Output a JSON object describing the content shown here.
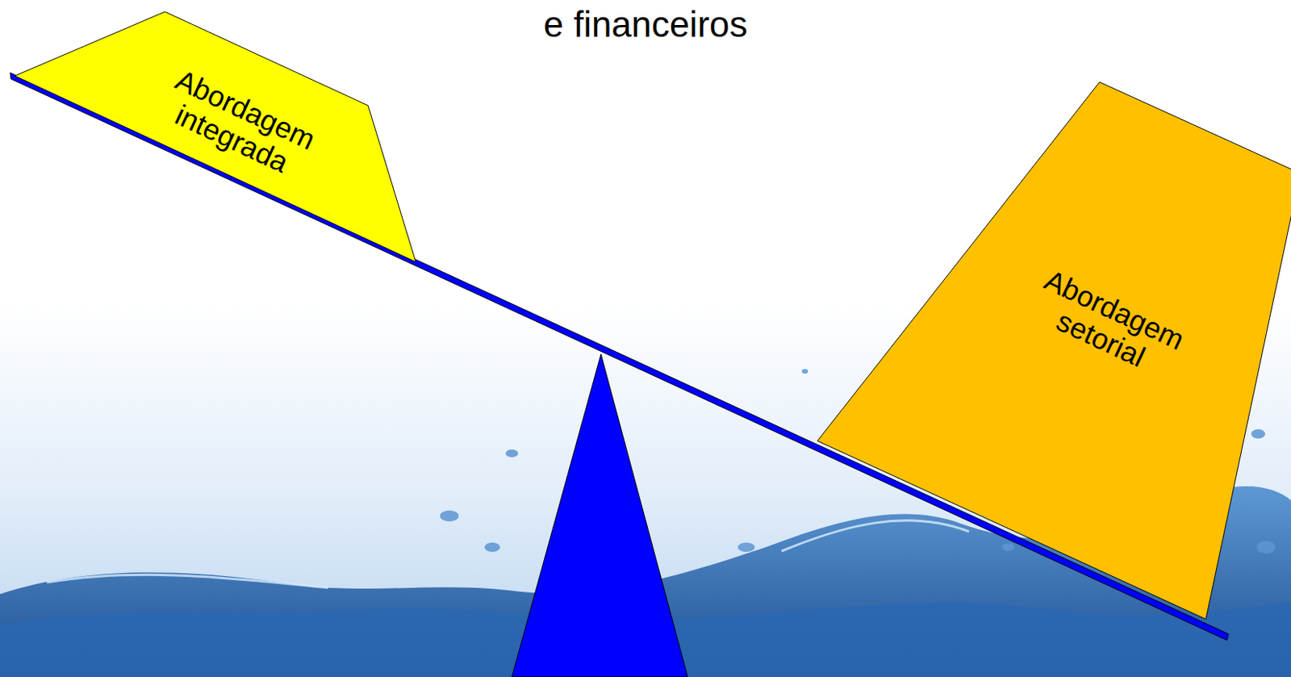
{
  "diagram": {
    "title": "e financeiros",
    "nodes": [
      {
        "text": [
          "Abordagem integrada"
        ]
      },
      {
        "text": [
          "Abordagem setorial"
        ]
      }
    ]
  }
}
